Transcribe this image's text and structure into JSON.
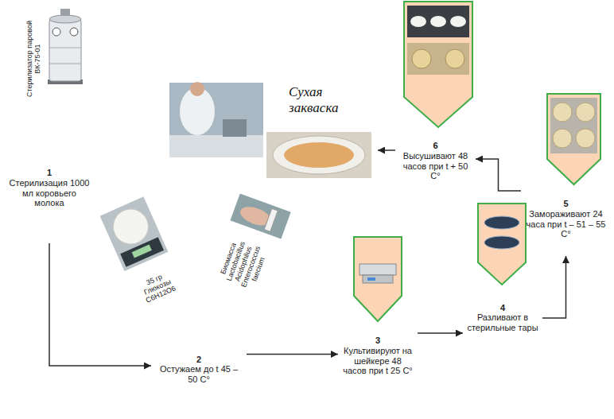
{
  "diagram": {
    "nodes": [
      {
        "text": [
          "Стерилизатор паровой ВК-75-01"
        ]
      },
      {
        "text": [
          "1",
          "Стерилизация 1000 мл коровьего молока"
        ]
      },
      {
        "text": [
          "35 гр Глюкозы C6H12O6"
        ]
      },
      {
        "text": [
          "Биомасса Lactobacillus Acidophilus Enterococcus faecium"
        ]
      },
      {
        "text": [
          "2",
          "Остужаем до t 45 – 50 C°"
        ]
      },
      {
        "text": [
          "3",
          "Культивируют на шейкере 48 часов при t 25 C°"
        ]
      },
      {
        "text": [
          "4",
          "Разливают в стерильные тары"
        ]
      },
      {
        "text": [
          "5",
          "Замораживают 24 часа при t – 51 – 55 C°"
        ]
      },
      {
        "text": [
          "6",
          "Высушивают 48 часов при t + 50 C°"
        ]
      },
      {
        "text": [
          "Сухая закваска"
        ]
      }
    ],
    "edges": [
      {
        "from": 1,
        "to": 4,
        "arrow": "to"
      },
      {
        "from": 4,
        "to": 5,
        "arrow": "to"
      },
      {
        "from": 5,
        "to": 6,
        "arrow": "to"
      },
      {
        "from": 6,
        "to": 7,
        "arrow": "to"
      },
      {
        "from": 7,
        "to": 8,
        "arrow": "to"
      },
      {
        "from": 8,
        "to": 9,
        "arrow": "to"
      }
    ]
  }
}
